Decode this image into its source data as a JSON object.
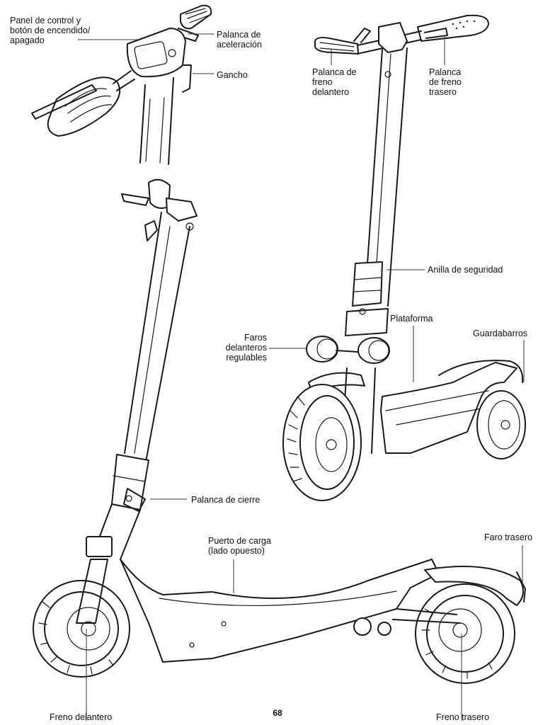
{
  "labels": {
    "control_panel": "Panel de control y\nbotón de encendido/\napagado",
    "throttle": "Palanca de\naceleración",
    "hook": "Gancho",
    "front_brake_lever": "Palanca de\nfreno\ndelantero",
    "rear_brake_lever": "Palanca\nde freno\ntrasero",
    "safety_ring": "Anilla de seguridad",
    "platform": "Plataforma",
    "mudguard": "Guardabarros",
    "headlights": "Faros\ndelanteros\nregulables",
    "folding_lever": "Palanca de cierre",
    "charging_port": "Puerto de carga\n(lado opuesto)",
    "tail_light": "Faro trasero",
    "front_brake": "Freno delantero",
    "rear_brake": "Freno trasero"
  },
  "page_number": "68"
}
